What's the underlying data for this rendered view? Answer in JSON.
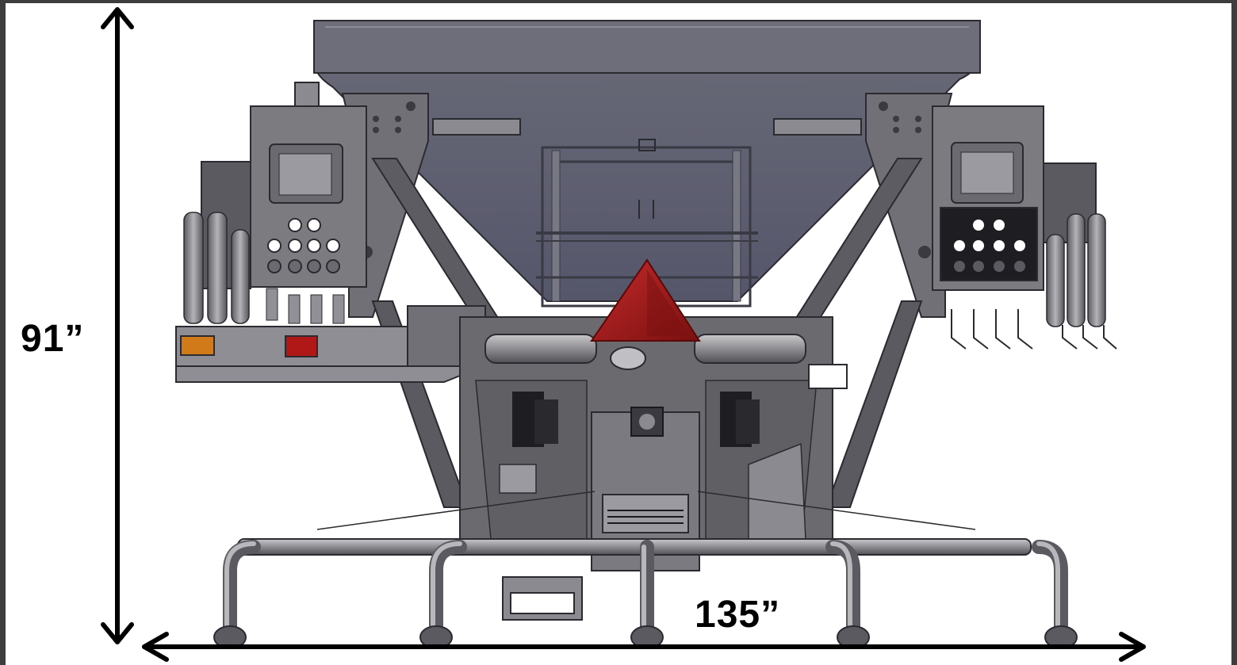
{
  "dimensions": {
    "height_label": "91”",
    "width_label": "135”"
  },
  "colors": {
    "background_frame": "#3d3d3d",
    "canvas": "#ffffff",
    "machine_steel": "#6b6b6f",
    "machine_dark": "#2e2e32",
    "hopper": "#5d5e6b",
    "reflector_red": "#a81c1c",
    "amber_light": "#d07a1a",
    "red_light": "#b01818",
    "dimension_arrows": "#000000"
  },
  "icons": {
    "vertical_arrow": "double-headed-arrow-vertical",
    "horizontal_arrow": "double-headed-arrow-horizontal",
    "slow_moving_vehicle": "warning-triangle"
  }
}
